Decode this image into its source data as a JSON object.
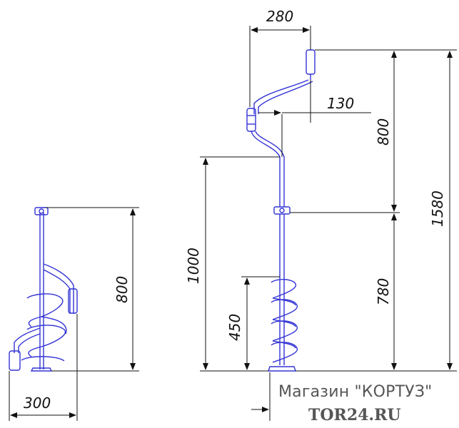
{
  "dimensions": {
    "folded_width": "300",
    "folded_height": "800",
    "handle_offset": "280",
    "crank_offset": "130",
    "upper_length": "800",
    "total_length": "1580",
    "extension_length": "1000",
    "lower_length": "780",
    "auger_length": "450"
  },
  "watermark": {
    "shop_name": "Магазин \"КОРТУЗ\"",
    "site": "TOR24.RU"
  }
}
